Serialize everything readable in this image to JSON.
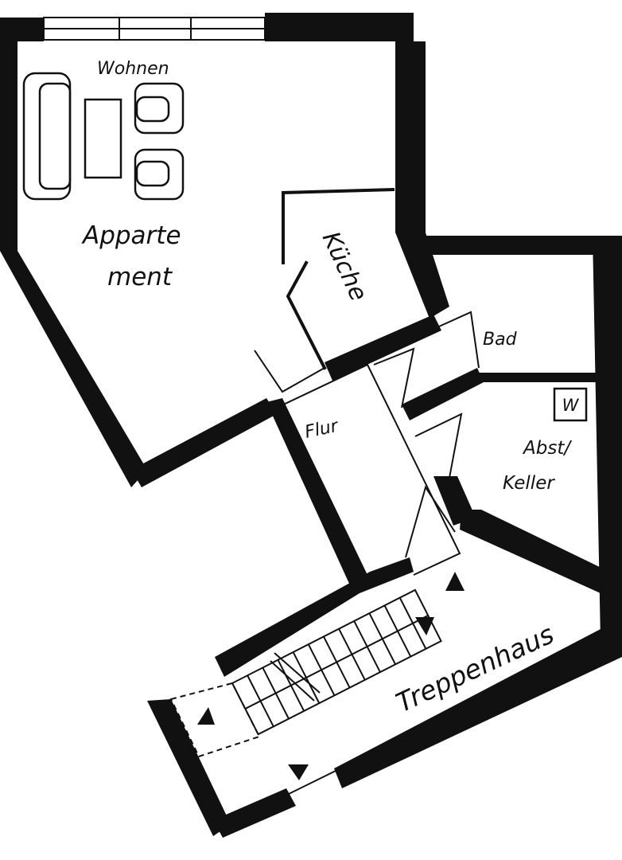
{
  "rooms": {
    "wohnen": "Wohnen",
    "apartment_line1": "Apparte",
    "apartment_line2": "ment",
    "kueche": "Küche",
    "bad": "Bad",
    "flur": "Flur",
    "abst_line1": "Abst/",
    "abst_line2": "Keller",
    "treppenhaus": "Treppenhaus"
  },
  "symbols": {
    "washer": "W"
  },
  "colors": {
    "wall": "#111111",
    "background": "#ffffff"
  }
}
